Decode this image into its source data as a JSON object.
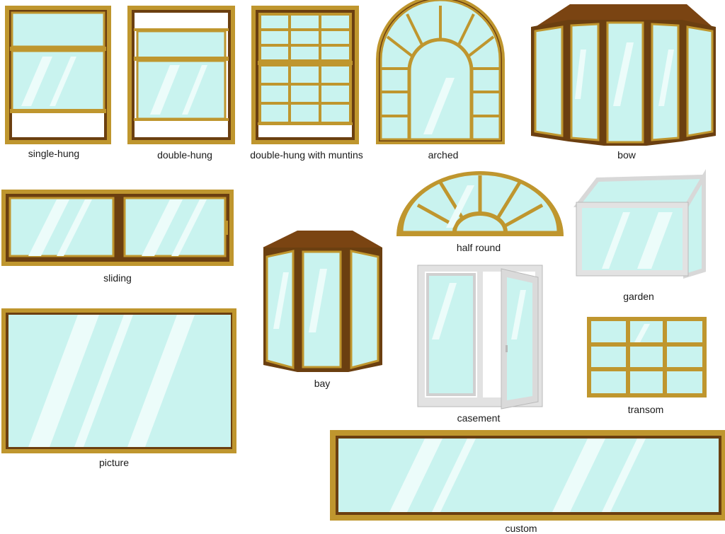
{
  "colors": {
    "frame_gold": "#bf962e",
    "frame_brown": "#6b3f10",
    "roof_brown": "#7a4412",
    "glass": "#c9f3ef",
    "glass_streak": "#ecfcfa",
    "frame_white": "#e2e2e2",
    "frame_white_edge": "#b9b9b9",
    "label_text": "#1a1a1a"
  },
  "windows": [
    {
      "id": "single_hung",
      "label": "single-hung"
    },
    {
      "id": "double_hung",
      "label": "double-hung"
    },
    {
      "id": "double_hung_muntins",
      "label": "double-hung with muntins"
    },
    {
      "id": "arched",
      "label": "arched"
    },
    {
      "id": "bow",
      "label": "bow"
    },
    {
      "id": "sliding",
      "label": "sliding"
    },
    {
      "id": "half_round",
      "label": "half round"
    },
    {
      "id": "garden",
      "label": "garden"
    },
    {
      "id": "bay",
      "label": "bay"
    },
    {
      "id": "casement",
      "label": "casement"
    },
    {
      "id": "transom",
      "label": "transom"
    },
    {
      "id": "picture",
      "label": "picture"
    },
    {
      "id": "custom",
      "label": "custom"
    }
  ]
}
